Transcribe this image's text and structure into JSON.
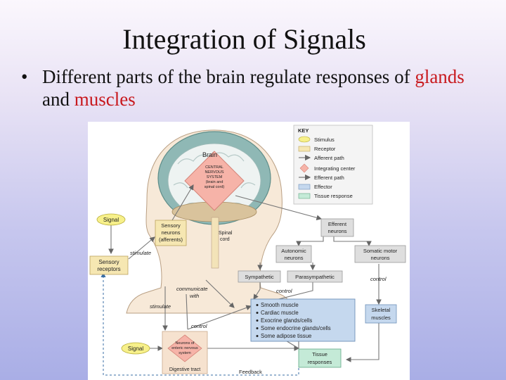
{
  "slide": {
    "title": "Integration of Signals",
    "bullet": {
      "marker": "•",
      "parts": [
        {
          "text": "Different parts of the brain regulate responses of ",
          "highlight": false
        },
        {
          "text": "glands",
          "highlight": true
        },
        {
          "text": " and ",
          "highlight": false
        },
        {
          "text": "muscles",
          "highlight": true
        }
      ]
    }
  },
  "colors": {
    "highlight": "#c8191e",
    "stimulus": "#f7f08a",
    "receptor": "#f6e7b2",
    "integrating_center": "#f6b3a8",
    "effector": "#c5d8ee",
    "tissue_response": "#c4ead7"
  },
  "figure": {
    "key": {
      "title": "KEY",
      "items": [
        {
          "label": "Stimulus",
          "shape": "ellipse",
          "color": "#f7f08a"
        },
        {
          "label": "Receptor",
          "shape": "rect",
          "color": "#f6e7b2"
        },
        {
          "label": "Afferent path",
          "shape": "line",
          "color": "#777777"
        },
        {
          "label": "Integrating center",
          "shape": "diamond",
          "color": "#f6b3a8"
        },
        {
          "label": "Efferent path",
          "shape": "line",
          "color": "#777777"
        },
        {
          "label": "Effector",
          "shape": "rect",
          "color": "#c5d8ee"
        },
        {
          "label": "Tissue response",
          "shape": "rect",
          "color": "#c4ead7"
        }
      ]
    },
    "labels": {
      "brain": "Brain",
      "cns": [
        "CENTRAL",
        "NERVOUS",
        "SYSTEM",
        "(brain and",
        "spinal cord)"
      ],
      "spinal_cord": [
        "Spinal",
        "cord"
      ],
      "signal_top": "Signal",
      "signal_bottom": "Signal",
      "sensory_neurons": [
        "Sensory",
        "neurons",
        "(afferents)"
      ],
      "sensory_receptors": [
        "Sensory",
        "receptors"
      ],
      "stimulate_1": "stimulate",
      "stimulate_2": "stimulate",
      "efferent_neurons": [
        "Efferent",
        "neurons"
      ],
      "autonomic_neurons": [
        "Autonomic",
        "neurons"
      ],
      "somatic_motor_neurons": [
        "Somatic motor",
        "neurons"
      ],
      "sympathetic": "Sympathetic",
      "parasympathetic": "Parasympathetic",
      "control_1": "control",
      "control_2": "control",
      "control_3": "control",
      "communicate_with": [
        "communicate",
        "with"
      ],
      "effectors_list": [
        "Smooth muscle",
        "Cardiac muscle",
        "Exocrine glands/cells",
        "Some endocrine glands/cells",
        "Some adipose tissue"
      ],
      "skeletal_muscles": [
        "Skeletal",
        "muscles"
      ],
      "enteric": [
        "Neurons of",
        "enteric nervous",
        "system"
      ],
      "digestive_tract": "Digestive tract",
      "tissue_responses": [
        "Tissue",
        "responses"
      ],
      "feedback": "Feedback"
    }
  }
}
